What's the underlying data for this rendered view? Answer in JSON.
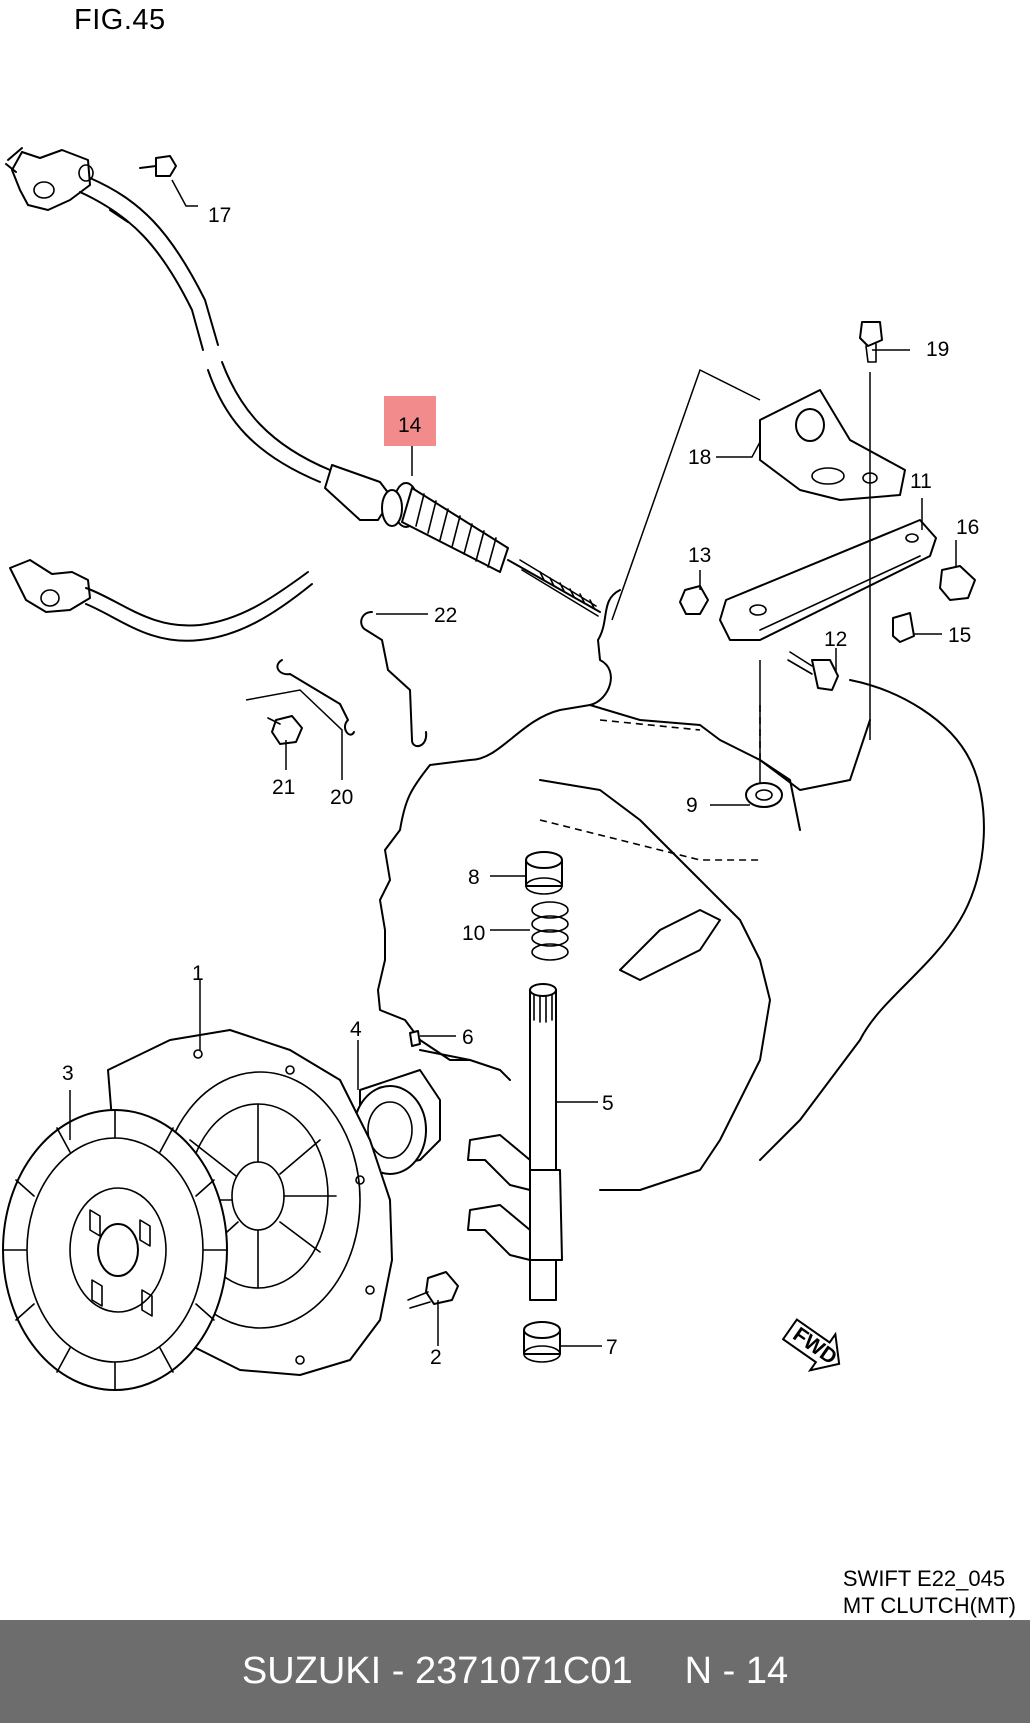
{
  "figure": {
    "title": "FIG.45"
  },
  "callouts": [
    {
      "id": "1",
      "label": "1"
    },
    {
      "id": "2",
      "label": "2"
    },
    {
      "id": "3",
      "label": "3"
    },
    {
      "id": "4",
      "label": "4"
    },
    {
      "id": "5",
      "label": "5"
    },
    {
      "id": "6",
      "label": "6"
    },
    {
      "id": "7",
      "label": "7"
    },
    {
      "id": "8",
      "label": "8"
    },
    {
      "id": "9",
      "label": "9"
    },
    {
      "id": "10",
      "label": "10"
    },
    {
      "id": "11",
      "label": "11"
    },
    {
      "id": "12",
      "label": "12"
    },
    {
      "id": "13",
      "label": "13"
    },
    {
      "id": "14",
      "label": "14"
    },
    {
      "id": "15",
      "label": "15"
    },
    {
      "id": "16",
      "label": "16"
    },
    {
      "id": "17",
      "label": "17"
    },
    {
      "id": "18",
      "label": "18"
    },
    {
      "id": "19",
      "label": "19"
    },
    {
      "id": "20",
      "label": "20"
    },
    {
      "id": "21",
      "label": "21"
    },
    {
      "id": "22",
      "label": "22"
    }
  ],
  "highlight": {
    "label": "14",
    "color": "#f28b8b"
  },
  "fwd_label": "FWD",
  "caption": {
    "line1": "SWIFT E22_045",
    "line2": "MT CLUTCH(MT)"
  },
  "footer": {
    "brand": "SUZUKI",
    "separator": " - ",
    "part_number": "2371071C01",
    "ref": "N - 14",
    "bar_color": "#6d6d6d"
  }
}
